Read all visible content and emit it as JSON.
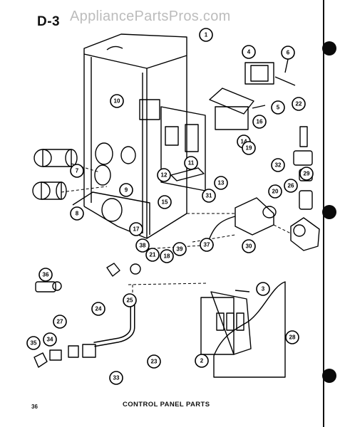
{
  "header": {
    "page_label": "D-3",
    "watermark": "AppliancePartsPros.com"
  },
  "footer": {
    "page_number": "36",
    "title": "CONTROL PANEL PARTS"
  },
  "callouts": [
    "1",
    "2",
    "3",
    "4",
    "5",
    "6",
    "7",
    "8",
    "9",
    "10",
    "11",
    "12",
    "13",
    "14",
    "15",
    "16",
    "17",
    "18",
    "19",
    "20",
    "21",
    "22",
    "23",
    "24",
    "25",
    "26",
    "27",
    "28",
    "29",
    "30",
    "31",
    "32",
    "33",
    "34",
    "35",
    "36",
    "37",
    "38",
    "39"
  ]
}
